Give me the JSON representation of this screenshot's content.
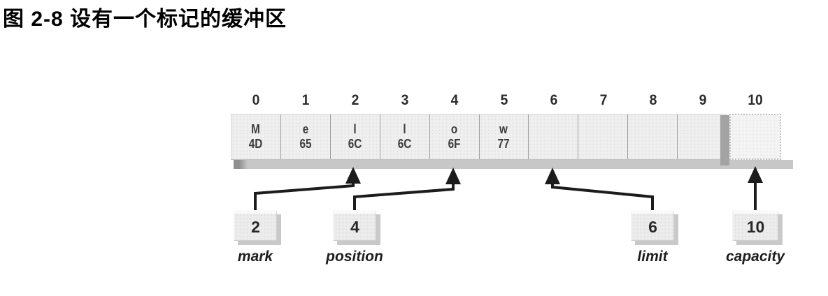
{
  "figure": {
    "title": "图 2-8 设有一个标记的缓冲区"
  },
  "buffer": {
    "indices": [
      "0",
      "1",
      "2",
      "3",
      "4",
      "5",
      "6",
      "7",
      "8",
      "9",
      "10"
    ],
    "cells": [
      {
        "char": "M",
        "hex": "4D"
      },
      {
        "char": "e",
        "hex": "65"
      },
      {
        "char": "l",
        "hex": "6C"
      },
      {
        "char": "l",
        "hex": "6C"
      },
      {
        "char": "o",
        "hex": "6F"
      },
      {
        "char": "w",
        "hex": "77"
      },
      {
        "char": "",
        "hex": ""
      },
      {
        "char": "",
        "hex": ""
      },
      {
        "char": "",
        "hex": ""
      },
      {
        "char": "",
        "hex": ""
      }
    ],
    "capacity_cell_index": "10"
  },
  "pointers": [
    {
      "label": "mark",
      "value": "2",
      "points_to_index": 2
    },
    {
      "label": "position",
      "value": "4",
      "points_to_index": 4
    },
    {
      "label": "limit",
      "value": "6",
      "points_to_index": 6
    },
    {
      "label": "capacity",
      "value": "10",
      "points_to_index": 10
    }
  ],
  "colors": {
    "background": "#ffffff",
    "title_text": "#000000",
    "cell_fill": "#efefef",
    "cell_divider": "#9f9f9f",
    "cell_text": "#3c3c3c",
    "slab_shadow": "#c7c7c7",
    "slab_shadow_dark": "#8f8f8f",
    "arrow": "#1c1c1c",
    "pointer_box_fill": "#ececec",
    "pointer_box_shadow": "#c9c9c9"
  }
}
